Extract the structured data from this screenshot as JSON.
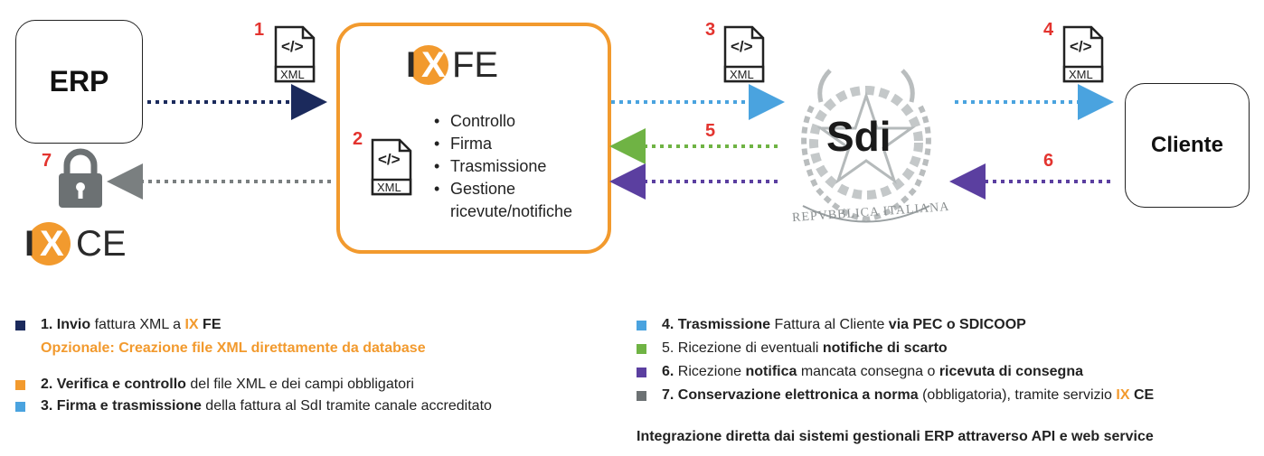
{
  "nodes": {
    "erp": "ERP",
    "ixfe_suffix": "FE",
    "ixce_suffix": "CE",
    "ix_i": "I",
    "ix_x": "X",
    "sdi": "Sdi",
    "sdi_seal_text": "REPVBBLICA ITALIANA",
    "cliente": "Cliente"
  },
  "xml_label": "XML",
  "code_glyph": "</>",
  "steps": [
    "1",
    "2",
    "3",
    "4",
    "5",
    "6",
    "7"
  ],
  "ixfe_bullets": [
    "Controllo",
    "Firma",
    "Trasmissione",
    "Gestione",
    "ricevute/notifiche"
  ],
  "colors": {
    "navy": "#1b2a5c",
    "orange": "#f29a2e",
    "lightblue": "#4aa3df",
    "green": "#6fb344",
    "purple": "#5b3fa0",
    "gray": "#7a7f80",
    "red": "#e3342f"
  },
  "legend_left": {
    "l1_b": "1. Invio",
    "l1_t": " fattura XML a ",
    "l1_ix": "IX",
    "l1_fe": " FE",
    "l1_opt": "Opzionale: Creazione file XML direttamente da database",
    "l2_b": "2. Verifica e controllo",
    "l2_t": " del file XML e dei campi obbligatori",
    "l3_b": "3. Firma e trasmissione",
    "l3_t": " della fattura al SdI tramite canale accreditato"
  },
  "legend_right": {
    "l4_b": "4. Trasmissione",
    "l4_t": " Fattura al Cliente ",
    "l4_b2": "via PEC o SDICOOP",
    "l5_t1": "5.",
    "l5_t": " Ricezione di eventuali ",
    "l5_b": "notifiche di scarto",
    "l6_b1": "6.",
    "l6_t1": " Ricezione ",
    "l6_b": "notifica",
    "l6_t2": " mancata consegna o ",
    "l6_b2": "ricevuta di consegna",
    "l7_b": "7. Conservazione elettronica a norma",
    "l7_t": " (obbligatoria), tramite servizio ",
    "l7_ix": "IX",
    "l7_ce": " CE",
    "footer": "Integrazione diretta dai sistemi gestionali ERP attraverso API e web service"
  }
}
